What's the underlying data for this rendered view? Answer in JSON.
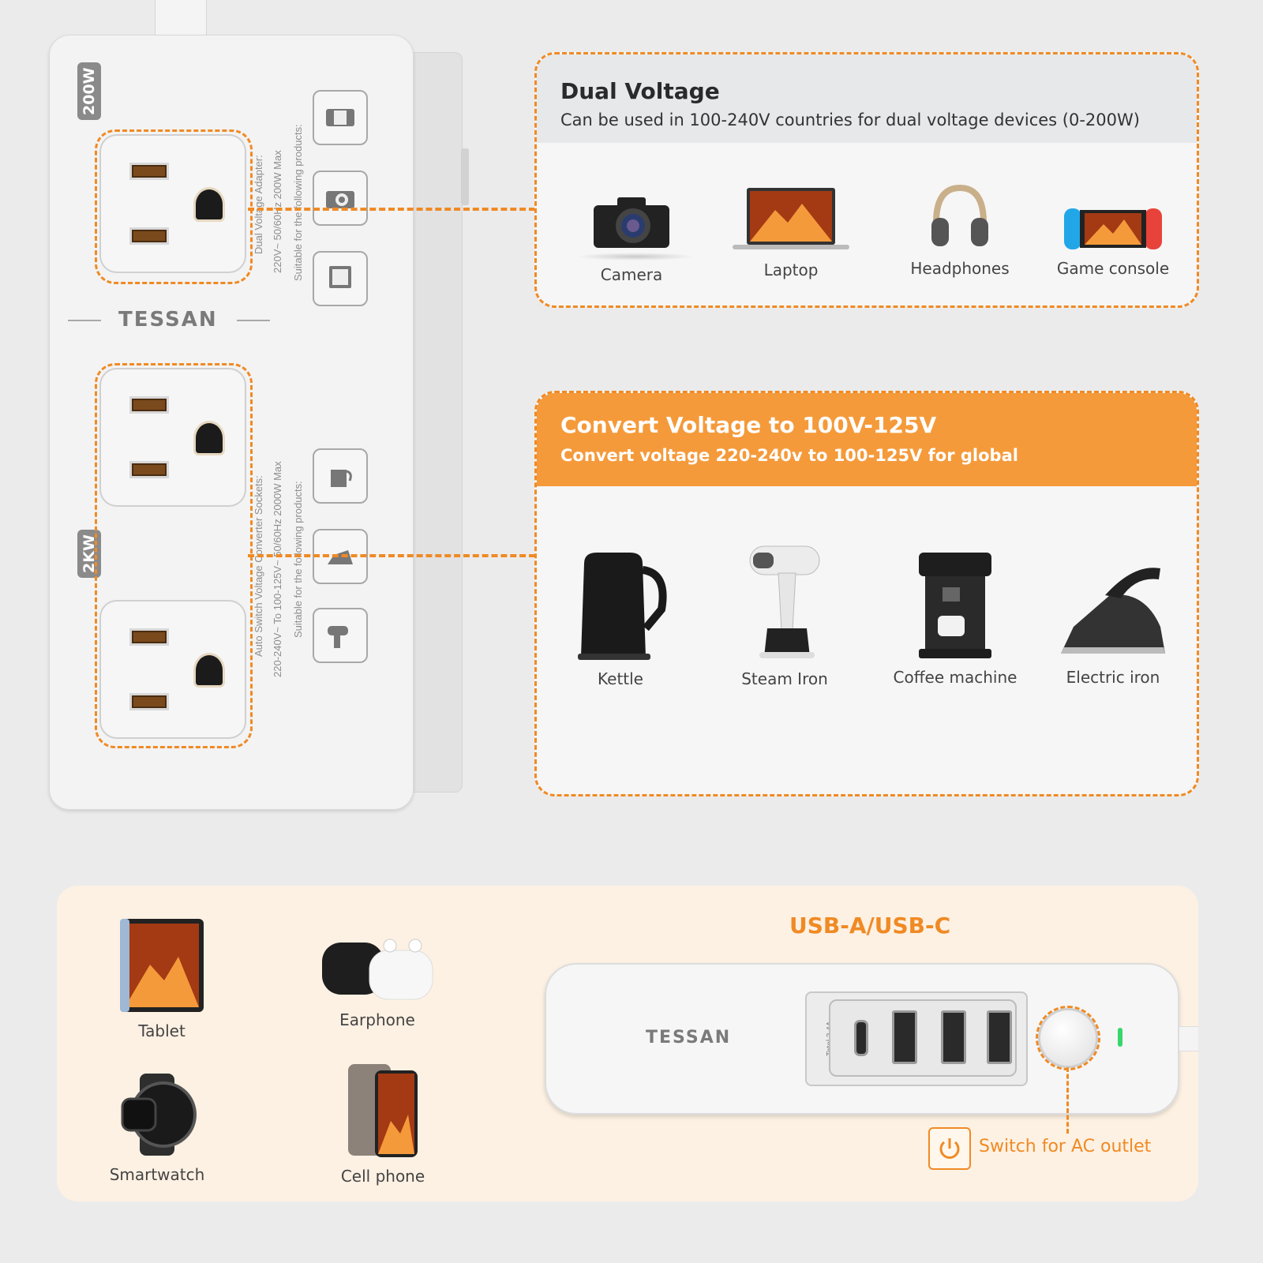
{
  "colors": {
    "accent": "#f08a24",
    "panel_header": "#f59a3a",
    "bg": "#ebebeb",
    "bottom_bg": "#fdf1e3"
  },
  "strip": {
    "brand": "TESSAN",
    "badge_top": "200W",
    "badge_bottom": "2KW",
    "dual_adapter_text": [
      "Dual Voltage Adapter:",
      "220V~  50/60Hz  200W  Max",
      "Suitable for the following products:"
    ],
    "converter_text": [
      "Auto Switch Voltage Converter Sockets:",
      "220-240V~ To 100-125V~  50/60Hz  2000W  Max",
      "Suitable for the following products:"
    ],
    "top_icons": [
      {
        "name": "phone-icon",
        "label": "Phone"
      },
      {
        "name": "camera-icon",
        "label": "camera"
      },
      {
        "name": "laptop-icon",
        "label": "laptop"
      }
    ],
    "bottom_icons": [
      {
        "name": "kettle-icon",
        "label": "electric kettle"
      },
      {
        "name": "iron-icon",
        "label": "electric iron"
      },
      {
        "name": "hair-dryer-icon",
        "label": "hair dryer"
      }
    ]
  },
  "dual_voltage": {
    "title": "Dual Voltage",
    "subtitle": "Can be used in 100-240V countries for dual voltage devices (0-200W)",
    "devices": [
      {
        "label": "Camera",
        "icon": "camera-icon"
      },
      {
        "label": "Laptop",
        "icon": "laptop-icon"
      },
      {
        "label": "Headphones",
        "icon": "headphones-icon"
      },
      {
        "label": "Game console",
        "icon": "game-console-icon"
      }
    ]
  },
  "convert_voltage": {
    "title": "Convert Voltage to 100V-125V",
    "subtitle": "Convert voltage 220-240v to 100-125V for global",
    "devices": [
      {
        "label": "Kettle",
        "icon": "kettle-icon"
      },
      {
        "label": "Steam Iron",
        "icon": "steam-iron-icon"
      },
      {
        "label": "Coffee machine",
        "icon": "coffee-machine-icon"
      },
      {
        "label": "Electric iron",
        "icon": "electric-iron-icon"
      }
    ]
  },
  "usb": {
    "title": "USB-A/USB-C",
    "brand": "TESSAN",
    "port_label": "Total 3.4A",
    "devices": [
      {
        "label": "Tablet",
        "icon": "tablet-icon"
      },
      {
        "label": "Earphone",
        "icon": "earphone-icon"
      },
      {
        "label": "Smartwatch",
        "icon": "smartwatch-icon"
      },
      {
        "label": "Cell phone",
        "icon": "cell-phone-icon"
      }
    ],
    "switch_label": "Switch for AC outlet"
  }
}
